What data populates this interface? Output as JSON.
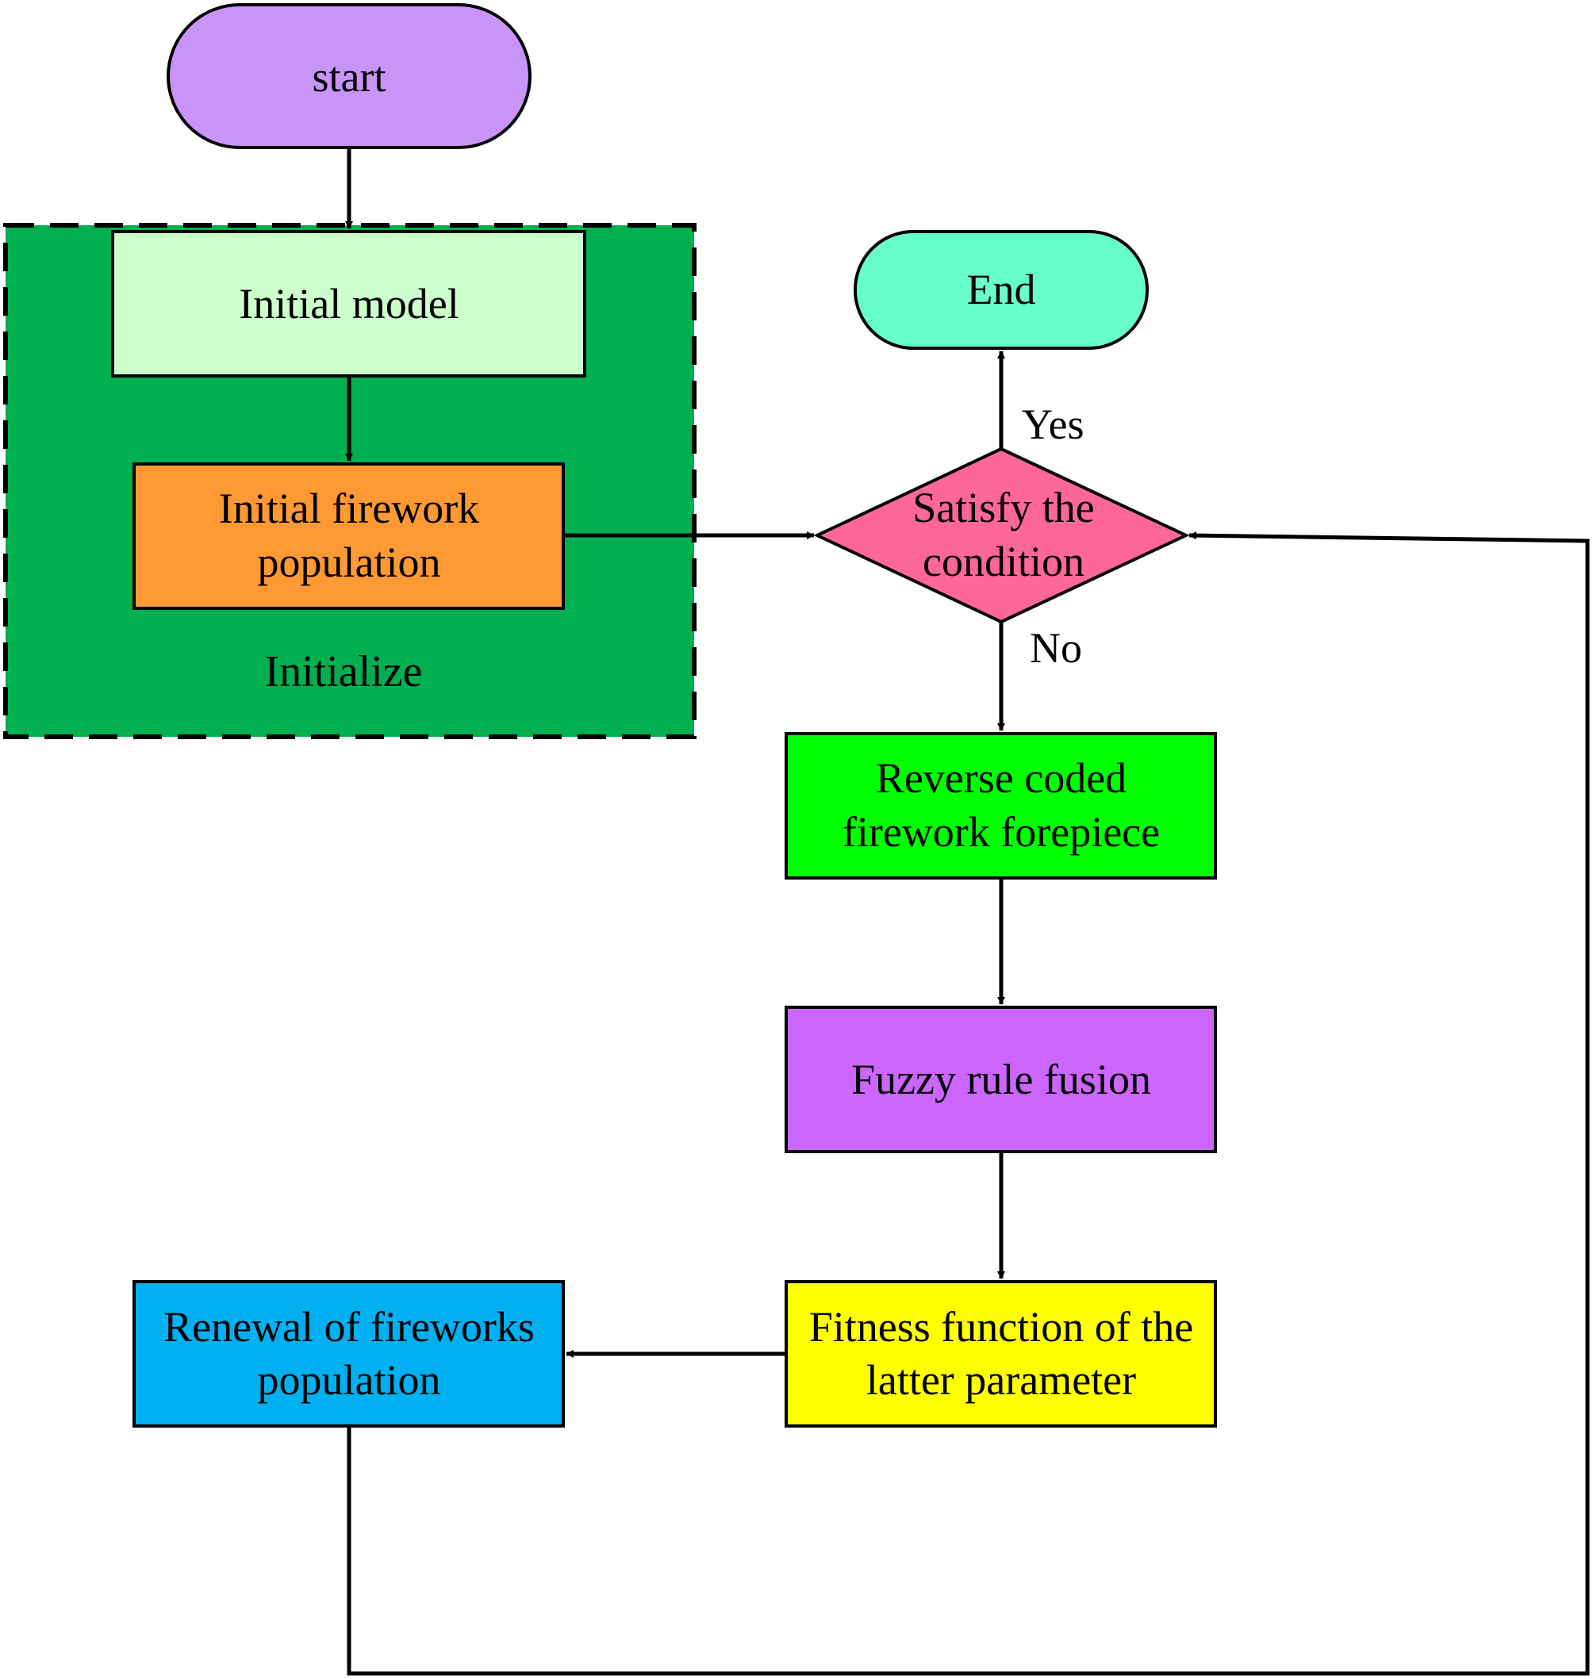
{
  "nodes": {
    "start": {
      "lines": [
        "start"
      ],
      "color": "#C994F7"
    },
    "initial_model": {
      "lines": [
        "Initial model"
      ],
      "color": "#CCFFCC"
    },
    "initial_population": {
      "lines": [
        "Initial firework",
        "population"
      ],
      "color": "#FF9933"
    },
    "end": {
      "lines": [
        "End"
      ],
      "color": "#66FFCC"
    },
    "decision": {
      "lines": [
        "Satisfy the",
        "condition"
      ],
      "color": "#FF6699"
    },
    "reverse_coded": {
      "lines": [
        "Reverse coded",
        "firework forepiece"
      ],
      "color": "#00FF00"
    },
    "fuzzy_rule": {
      "lines": [
        "Fuzzy rule fusion"
      ],
      "color": "#CC66FF"
    },
    "fitness": {
      "lines": [
        "Fitness function of the",
        "latter parameter"
      ],
      "color": "#FFFF00"
    },
    "renewal": {
      "lines": [
        "Renewal of fireworks",
        "population"
      ],
      "color": "#00B0F0"
    }
  },
  "group": {
    "label": "Initialize",
    "color": "#00B050"
  },
  "branches": {
    "yes": "Yes",
    "no": "No"
  }
}
